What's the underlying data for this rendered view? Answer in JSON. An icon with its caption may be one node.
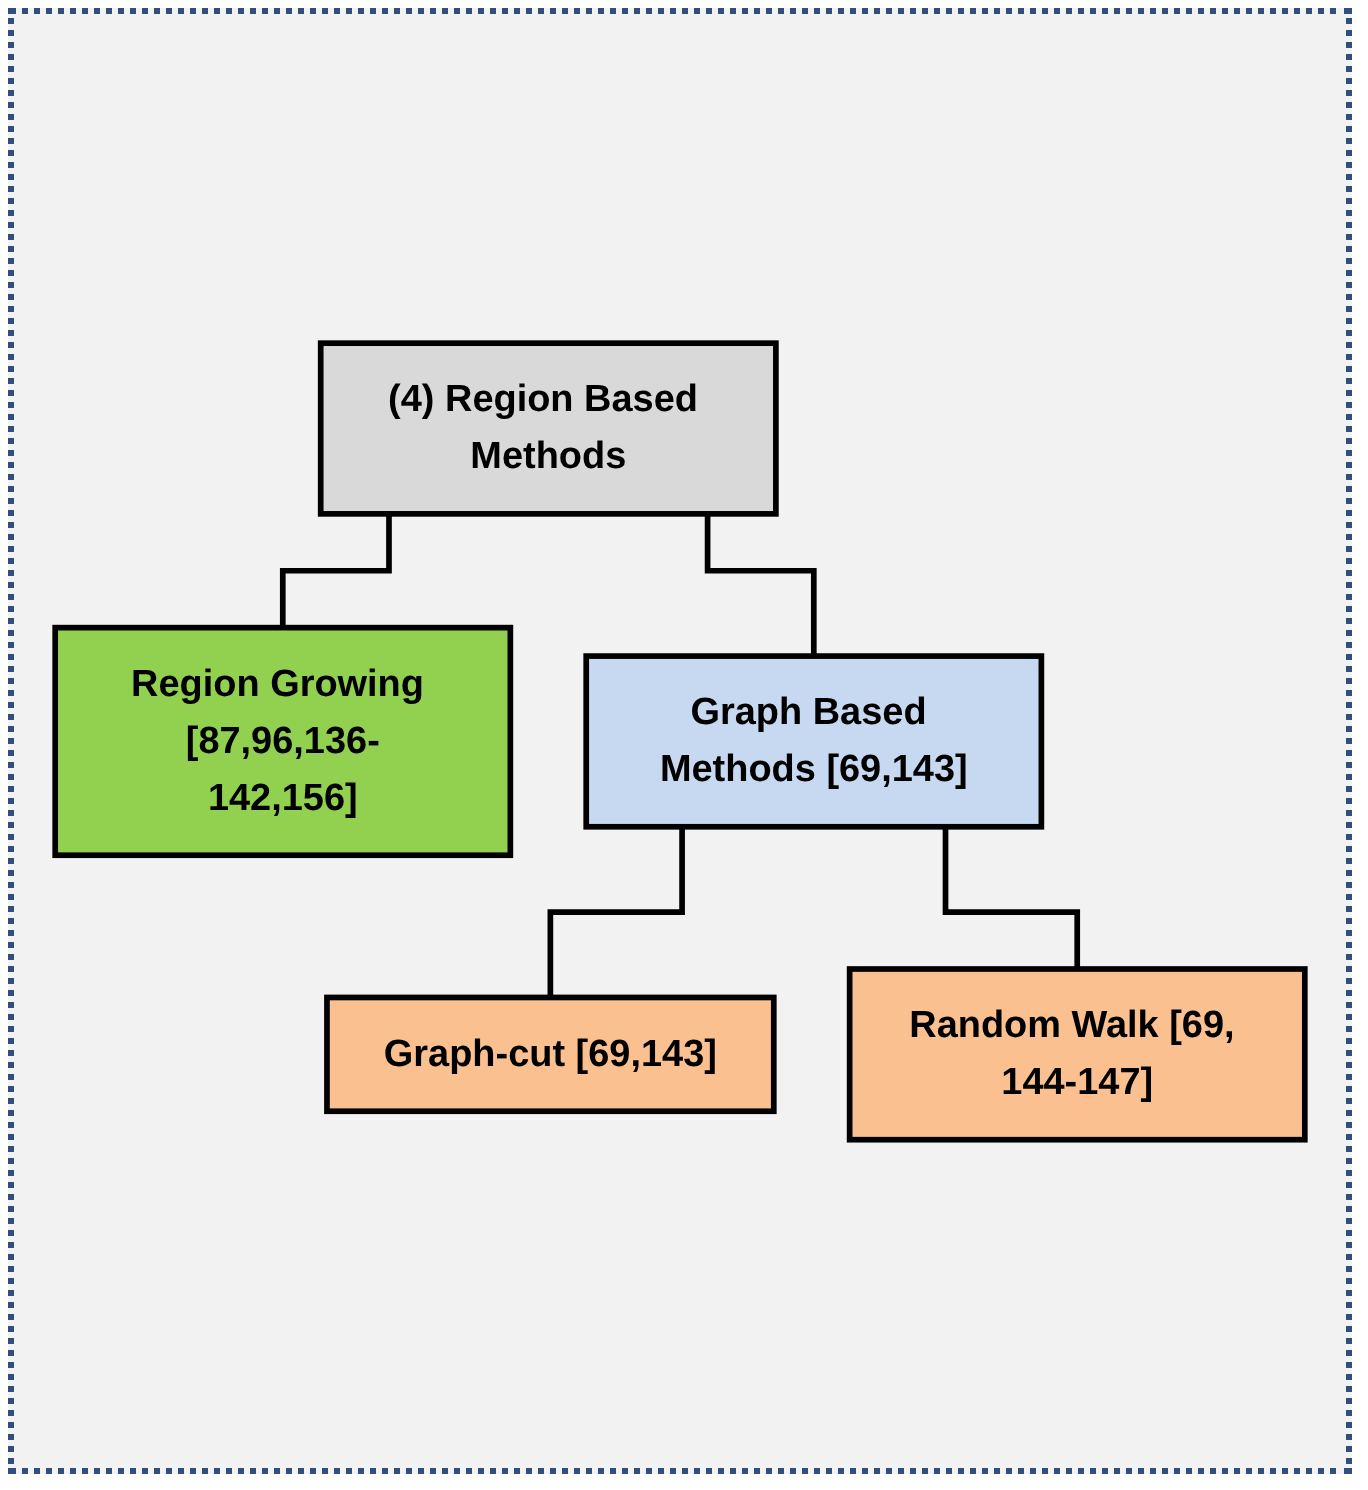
{
  "diagram": {
    "nodes": [
      {
        "text": [
          "(4) Region Based Methods"
        ]
      },
      {
        "text": [
          "Region Growing [87,96,136-142,156]"
        ]
      },
      {
        "text": [
          "Graph Based Methods [69,143]"
        ]
      },
      {
        "text": [
          "Graph-cut [69,143]"
        ]
      },
      {
        "text": [
          "Random Walk [69, 144-147]"
        ]
      }
    ],
    "edges": [
      {
        "from": 0,
        "to": 1,
        "arrow": "none"
      },
      {
        "from": 0,
        "to": 2,
        "arrow": "none"
      },
      {
        "from": 2,
        "to": 3,
        "arrow": "none"
      },
      {
        "from": 2,
        "to": 4,
        "arrow": "none"
      }
    ]
  }
}
